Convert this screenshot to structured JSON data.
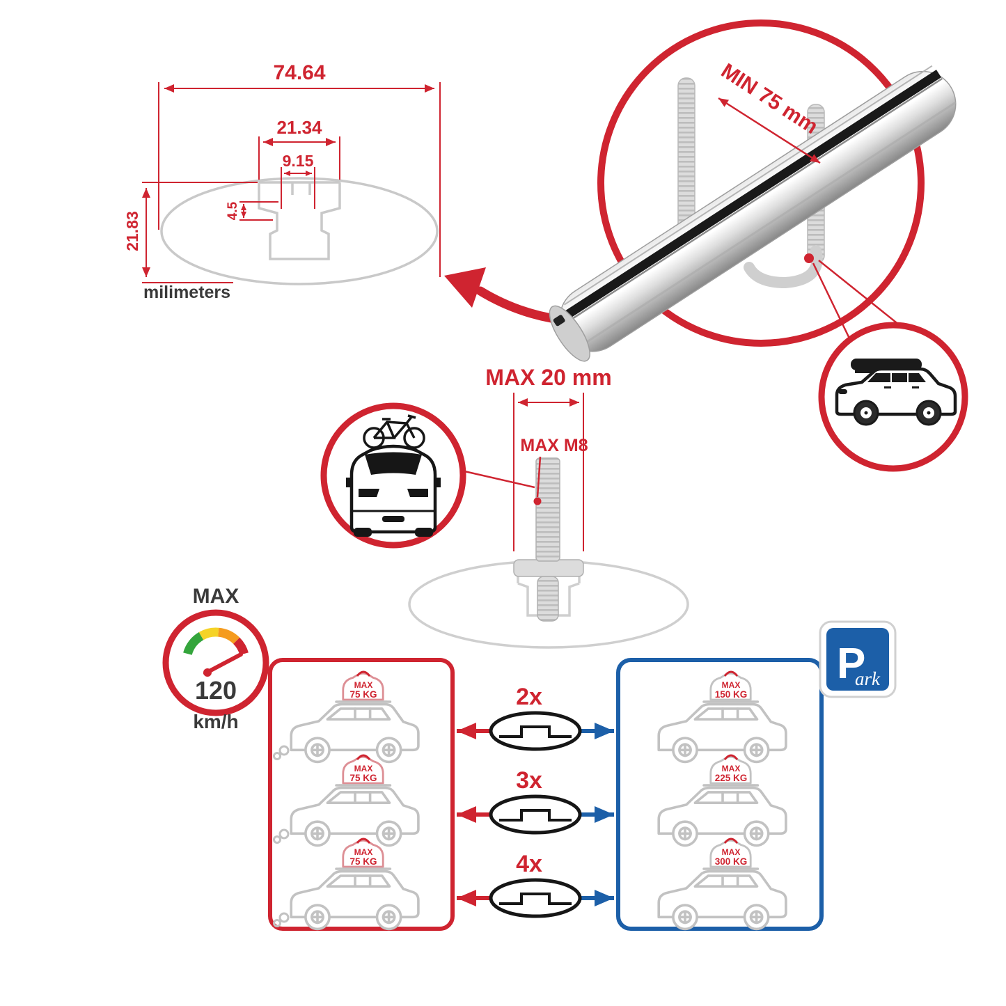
{
  "dimensions": {
    "total_width": "74.64",
    "channel_width": "21.34",
    "slot_width": "9.15",
    "slot_depth": "4.5",
    "total_height": "21.83",
    "unit_label": "milimeters"
  },
  "clamp": {
    "min_gap_label": "MIN 75 mm"
  },
  "bolt": {
    "max_width_label": "MAX 20 mm",
    "max_thread_label": "MAX M8"
  },
  "speed_limit": {
    "label": "MAX",
    "value": "120",
    "unit": "km/h"
  },
  "load_rows": {
    "counts": [
      "2x",
      "3x",
      "4x"
    ],
    "left": [
      {
        "label": "MAX",
        "value": "75 KG"
      },
      {
        "label": "MAX",
        "value": "75 KG"
      },
      {
        "label": "MAX",
        "value": "75 KG"
      }
    ],
    "right": [
      {
        "label": "MAX",
        "value": "150 KG"
      },
      {
        "label": "MAX",
        "value": "225 KG"
      },
      {
        "label": "MAX",
        "value": "300 KG"
      }
    ]
  },
  "park_sign": {
    "letter": "P",
    "suffix": "ark"
  },
  "colors": {
    "red": "#cf2430",
    "blue": "#1c5fa8",
    "light_gray": "#c9c9c9",
    "dark": "#1a1a1a",
    "silver": "#d9d9d9"
  }
}
